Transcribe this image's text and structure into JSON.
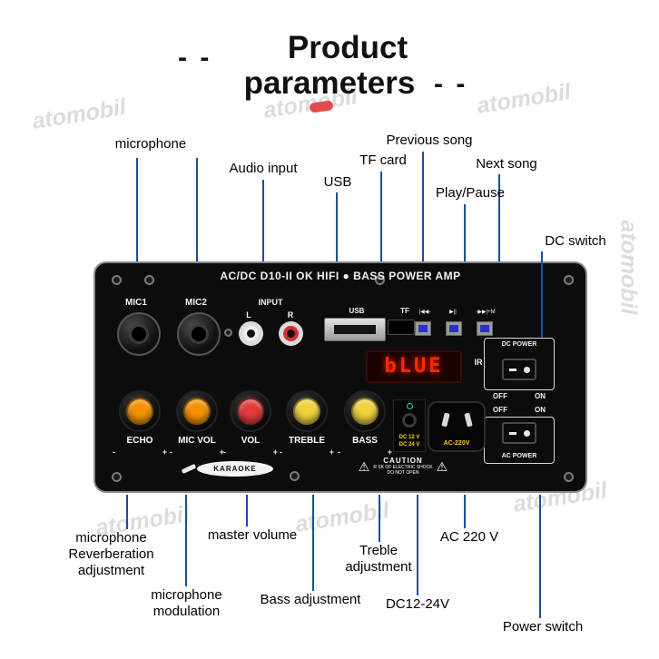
{
  "title": {
    "line1": "Product",
    "line2": "parameters",
    "dashes": "- -"
  },
  "watermark": {
    "text": "atomobil"
  },
  "colors": {
    "callout_blue": "#1d4e9e",
    "display_red": "#ff2800",
    "button_blue": "#2531d0",
    "label_yellow": "#ffd400",
    "logo_red": "#e23a3a"
  },
  "callouts": {
    "microphone": "microphone",
    "audio_input": "Audio input",
    "usb": "USB",
    "tf_card": "TF card",
    "previous_song": "Previous song",
    "play_pause": "Play/Pause",
    "next_song": "Next song",
    "dc_switch": "DC switch",
    "mic_reverb": "microphone\nReverberation\nadjustment",
    "mic_modulation": "microphone\nmodulation",
    "master_volume": "master volume",
    "bass_adjustment": "Bass adjustment",
    "treble_adjustment": "Treble\nadjustment",
    "dc12_24v": "DC12-24V",
    "ac_220v": "AC 220 V",
    "power_switch": "Power switch"
  },
  "board": {
    "header": "AC/DC D10-II OK HIFI ● BASS POWER AMP",
    "mic1": "MIC1",
    "mic2": "MIC2",
    "input": "INPUT",
    "input_l": "L",
    "input_r": "R",
    "usb": "USB",
    "tf": "TF",
    "btn_prev": "|◀◀-",
    "btn_play": "▶||",
    "btn_next": "-▶▶|+M",
    "display": "bLUE",
    "ir": "IR",
    "dc_power": "DC POWER",
    "ac_power": "AC POWER",
    "off": "OFF",
    "on": "ON",
    "minus": "-",
    "plus": "+",
    "knobs": [
      {
        "label": "ECHO",
        "color": "#f39200"
      },
      {
        "label": "MIC VOL",
        "color": "#f39200"
      },
      {
        "label": "VOL",
        "color": "#e23b3b"
      },
      {
        "label": "TREBLE",
        "color": "#f0d23c"
      },
      {
        "label": "BASS",
        "color": "#f0d23c"
      }
    ],
    "karaoke": "KARAOKE",
    "warning_icon": "⚠",
    "caution_title": "CAUTION",
    "caution_line1": "R SK OF ELECTRIC SHOCK",
    "caution_line2": "DO NOT OPEN",
    "dc_in_line1": "DC 12 V",
    "dc_in_line2": "DC 24 V",
    "ac_socket": "AC-220V"
  }
}
